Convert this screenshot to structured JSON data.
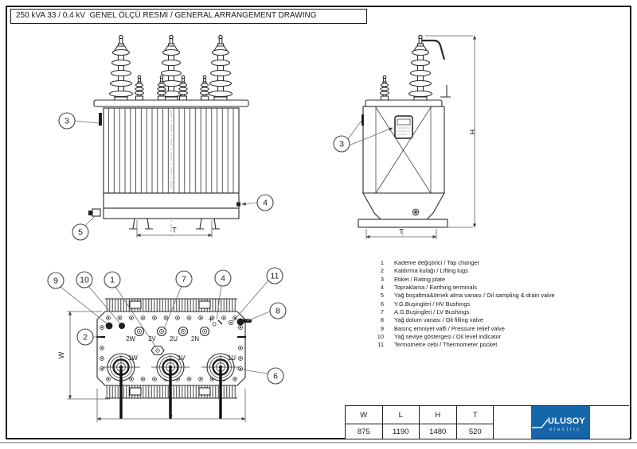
{
  "title": "250 kVA 33 / 0,4 kV  GENEL ÖLÇÜ RESMİ / GENERAL ARRANGEMENT DRAWING",
  "callouts": {
    "c1": "1",
    "c2": "2",
    "c3": "3",
    "c4": "4",
    "c5": "5",
    "c6": "6",
    "c7": "7",
    "c8": "8",
    "c9": "9",
    "c10": "10",
    "c11": "11"
  },
  "dims": {
    "w": "W",
    "l": "L",
    "h": "H",
    "t": "T"
  },
  "bushings": {
    "lv": [
      "2W",
      "2V",
      "2U",
      "2N"
    ],
    "hv": [
      "1W",
      "1V",
      "1U"
    ]
  },
  "parts": {
    "items": [
      {
        "no": "1",
        "label": "Kademe değiştirici / Tap changer"
      },
      {
        "no": "2",
        "label": "Kaldırma kulağı / Lifting lugs"
      },
      {
        "no": "3",
        "label": "Etiket / Rating plate"
      },
      {
        "no": "4",
        "label": "Topraklama / Earthing terminals"
      },
      {
        "no": "5",
        "label": "Yağ boşaltma&örnek alma vanası / Oil sampling & drain valve"
      },
      {
        "no": "6",
        "label": "Y.G.Buşingleri / HV Bushings"
      },
      {
        "no": "7",
        "label": "A.G.Buşingleri / LV Bushings"
      },
      {
        "no": "8",
        "label": "Yağ dolum vanası / Oil filling valve"
      },
      {
        "no": "9",
        "label": "Basınç emniyet valfi / Pressure relief valve"
      },
      {
        "no": "10",
        "label": "Yağ seviye göstergesi / Oil level indicator"
      },
      {
        "no": "11",
        "label": "Termometre cebi / Thermometer pocket"
      }
    ]
  },
  "dimension_table": {
    "headers": [
      "W",
      "L",
      "H",
      "T"
    ],
    "values": [
      "875",
      "1190",
      "1480",
      "520"
    ]
  },
  "logo": {
    "name": "ULUSOY",
    "subtitle": "electric",
    "color": "#1565ab"
  }
}
